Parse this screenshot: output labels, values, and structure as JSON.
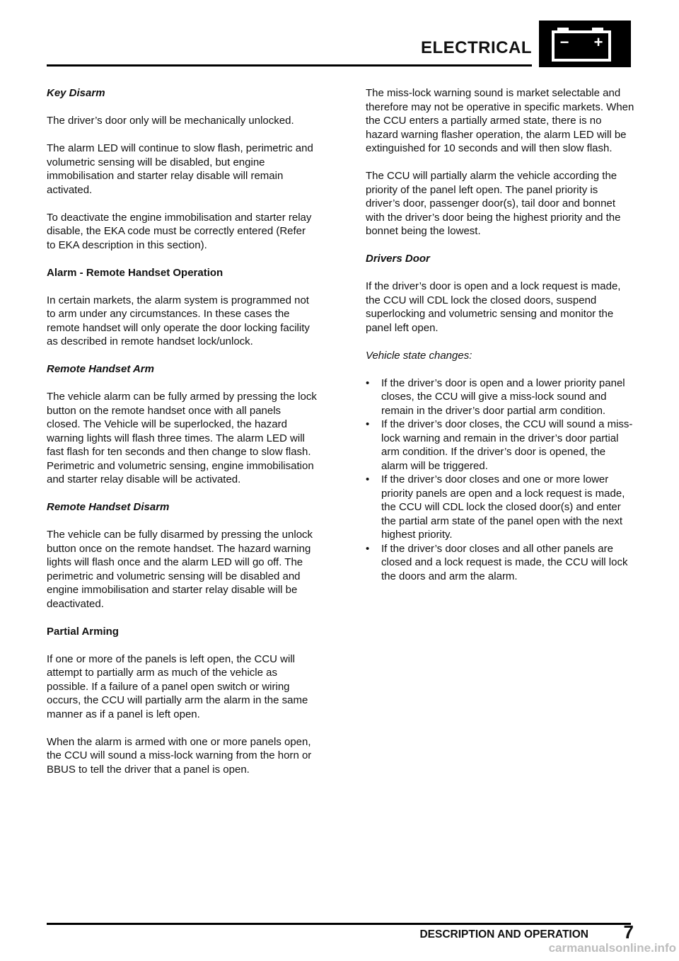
{
  "header": {
    "title": "ELECTRICAL",
    "battery_icon": "battery-icon",
    "battery_minus": "−",
    "battery_plus": "+"
  },
  "left_column": {
    "key_disarm_heading": "Key Disarm",
    "key_disarm_p1": "The driver’s door only will be mechanically unlocked.",
    "key_disarm_p2": "The alarm LED will continue to slow flash, perimetric and volumetric sensing will be disabled, but engine immobilisation and starter relay disable will remain activated.",
    "key_disarm_p3": "To deactivate the engine immobilisation and starter relay disable, the EKA code must be correctly entered (Refer to EKA description in this section).",
    "alarm_remote_heading": "Alarm - Remote Handset Operation",
    "alarm_remote_p1": "In certain markets, the alarm system is programmed not to arm under any circumstances. In these cases the remote handset will only operate the door locking facility as described in remote handset lock/unlock.",
    "remote_arm_heading": "Remote Handset Arm",
    "remote_arm_p1": "The vehicle alarm can be fully armed by pressing the lock button on the remote handset once with all panels closed. The Vehicle will be superlocked, the hazard warning lights will flash three times. The alarm LED will fast flash for ten seconds and then change to slow flash. Perimetric and volumetric sensing, engine immobilisation and starter relay disable will be activated.",
    "remote_disarm_heading": "Remote Handset Disarm",
    "remote_disarm_p1": "The vehicle can be fully disarmed by pressing the unlock button once on the remote handset. The hazard warning lights will flash once and the alarm LED will go off. The perimetric and volumetric sensing will be disabled and engine immobilisation and starter relay disable will be deactivated.",
    "partial_arming_heading": "Partial Arming",
    "partial_arming_p1": "If one or more of the panels is left open, the CCU will attempt to partially arm as much of the vehicle as possible. If a failure of a panel open switch or wiring occurs, the CCU will partially arm the alarm in the same manner as if a panel is left open.",
    "partial_arming_p2": "When the alarm is armed with one or more panels open, the CCU will sound a miss-lock warning from the horn or BBUS to tell the driver that a panel is open."
  },
  "right_column": {
    "p1": "The miss-lock warning sound is market selectable and therefore may not be operative in specific markets. When the CCU enters a partially armed state, there is no hazard warning flasher operation, the alarm LED will be extinguished for 10 seconds and will then slow flash.",
    "p2": "The CCU will partially alarm the vehicle according the priority of the panel left open. The panel priority is driver’s door, passenger door(s), tail door and bonnet with the driver’s door being the highest priority and the bonnet being the lowest.",
    "drivers_door_heading": "Drivers Door",
    "drivers_door_p1": "If the driver’s door is open and a lock request is made, the CCU will CDL lock the closed doors, suspend superlocking and volumetric sensing and monitor the panel left open.",
    "state_changes_label": "Vehicle state changes:",
    "bullets": [
      "If the driver’s door is open and a lower priority panel closes, the CCU will give a miss-lock sound and remain in the driver’s door partial arm condition.",
      "If the driver’s door closes, the CCU will sound a miss-lock warning and remain in the driver’s door partial arm condition. If the driver’s door is opened, the alarm will be triggered.",
      "If the driver’s door closes and one or more lower priority panels are open and a lock request is made, the CCU will CDL lock the closed door(s) and enter the partial arm state of the panel open with the next highest priority.",
      "If the driver’s door closes and all other panels are closed and a lock request is made, the CCU will lock the doors and arm the alarm."
    ]
  },
  "footer": {
    "section": "DESCRIPTION AND OPERATION",
    "page_number": "7",
    "watermark": "carmanualsonline.info"
  }
}
